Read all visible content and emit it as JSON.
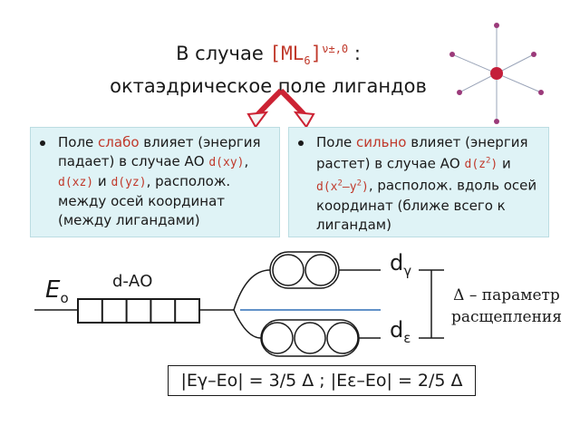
{
  "title": {
    "line1_prefix": "В случае ",
    "formula_main": "[ML",
    "formula_sub": "6",
    "formula_close": "]",
    "formula_sup": "ν±,0",
    "line1_suffix": " :",
    "line2": "октаэдрическое поле лигандов"
  },
  "left_box": {
    "t1": "Поле ",
    "weak": "слабо",
    "t2": " влияет (энергия падает) в случае АО ",
    "orb1": "d(xy)",
    "t3": ", ",
    "orb2": "d(xz)",
    "t4": " и ",
    "orb3": "d(yz)",
    "t5": ", располож. между осей координат (между лигандами)"
  },
  "right_box": {
    "t1": "Поле ",
    "strong": "сильно",
    "t2": " влияет (энергия растет) в случае АО ",
    "orb1": "d(z",
    "orb1_sup": "2",
    "orb1_end": ")",
    "t3": " и ",
    "orb2": "d(x",
    "orb2_sup1": "2",
    "orb2_mid": "–y",
    "orb2_sup2": "2",
    "orb2_end": ")",
    "t4": ", располож. вдоль осей координат (ближе всего к лигандам)"
  },
  "diagram": {
    "e0_main": "E",
    "e0_sub": "o",
    "dao_label": "d-АО",
    "dgamma_main": "d",
    "dgamma_sub": "γ",
    "deps_main": "d",
    "deps_sub": "ε",
    "delta_line1": "Δ – параметр",
    "delta_line2": "расщепления"
  },
  "equation": {
    "text": "|Eγ–Eo| = 3/5 Δ ; |Eε–Eo| = 2/5 Δ"
  },
  "colors": {
    "accent_red": "#c0392b",
    "box_fill": "#dff3f6",
    "octahedron_center": "#c41e3a",
    "octahedron_ligand": "#9b3a7a",
    "arrow_red": "#cc2233",
    "blue_line": "#2e6fb5"
  }
}
